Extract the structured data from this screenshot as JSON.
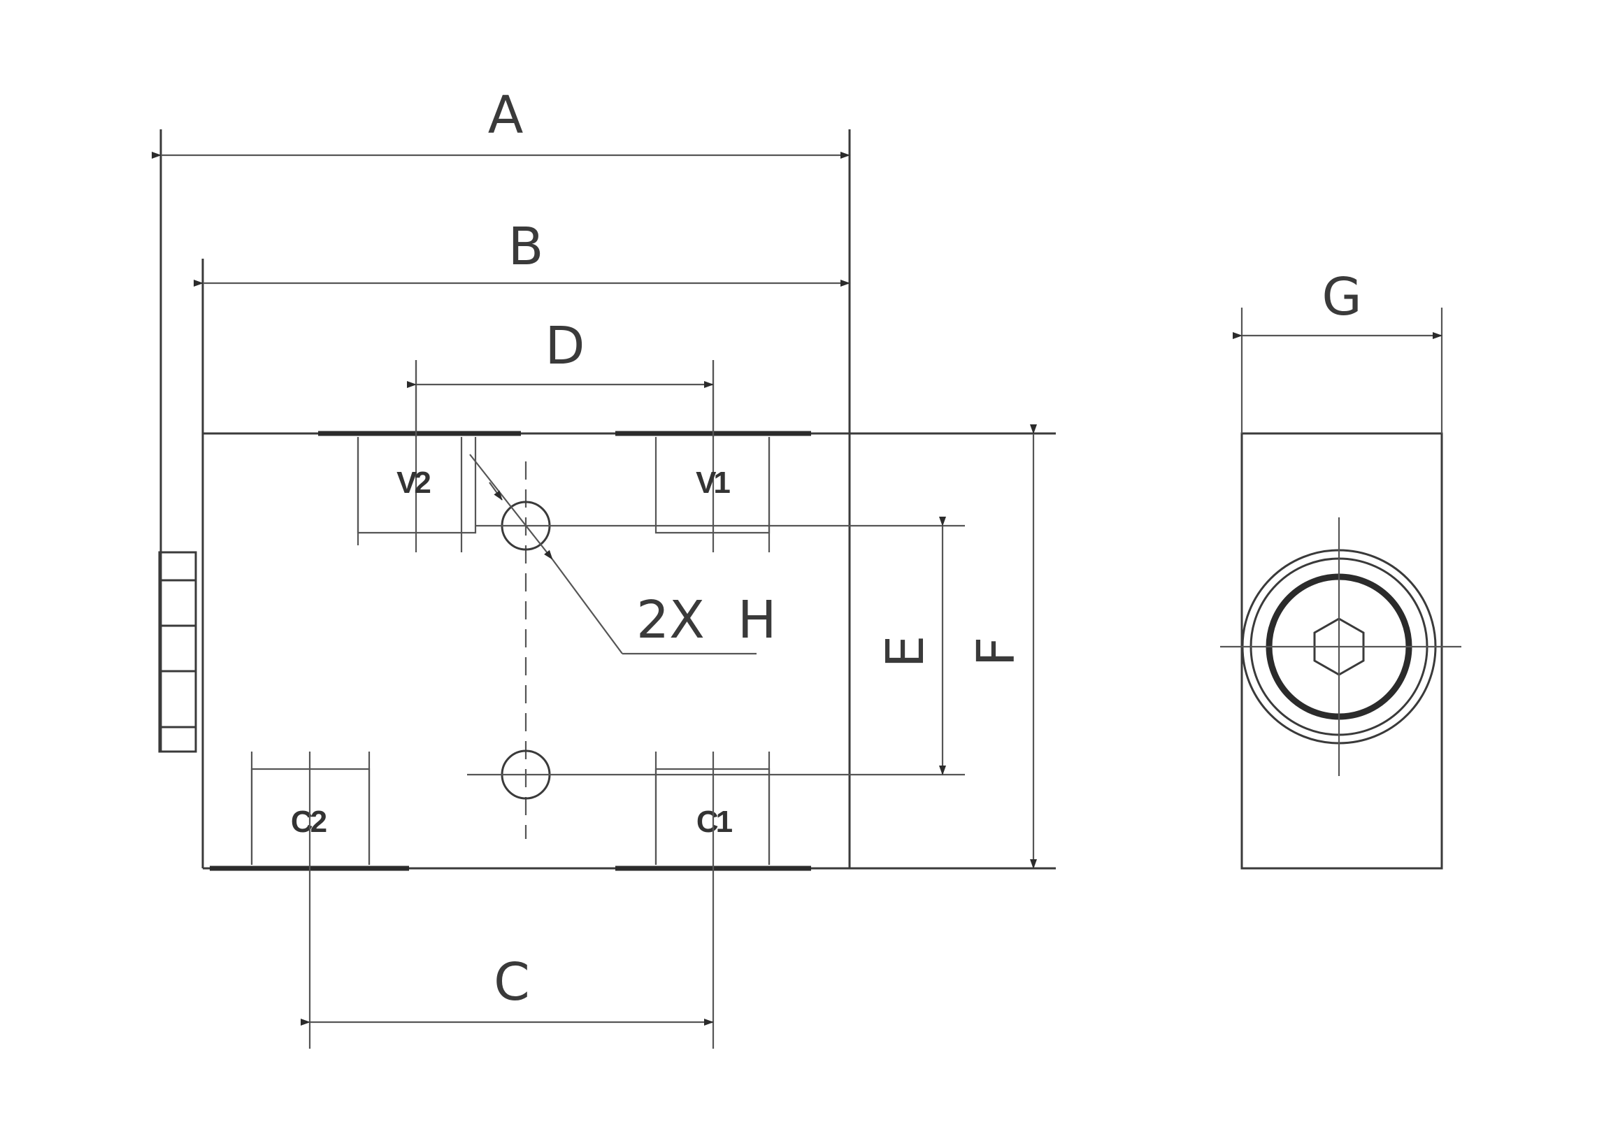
{
  "dimensions": {
    "A": "A",
    "B": "B",
    "C": "C",
    "D": "D",
    "E": "E",
    "F": "F",
    "G": "G",
    "hole_callout": "2X  H"
  },
  "ports": {
    "v2": "V2",
    "v1": "V1",
    "c2": "C2",
    "c1": "C1"
  },
  "colors": {
    "line": "#3a3a3a",
    "background": "#ffffff"
  }
}
